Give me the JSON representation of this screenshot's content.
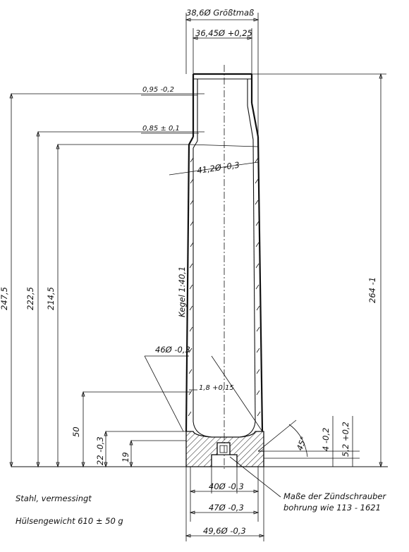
{
  "dims": {
    "max_dia": "38,6Ø Größtmaß",
    "mouth_dia": "36,45Ø +0,25",
    "wall_mouth": "0,95 -0,2",
    "wall_shoulder": "0,85 ± 0,1",
    "neck_dia": "41,2Ø -0,3",
    "len_247": "247,5",
    "len_222": "222,5",
    "len_214": "214,5",
    "len_264": "264 -1",
    "taper": "Kegel 1:40,1",
    "base_dia_46": "46Ø -0,3",
    "wall_base": "1,8 +0,15",
    "h_50": "50",
    "h_22": "22 -0,3",
    "h_19": "19",
    "h_4": "4 -0,2",
    "h_5_2": "5,2 +0,2",
    "angle": "45°",
    "dia_40": "40Ø -0,3",
    "dia_47": "47Ø -0,3",
    "dia_49_6": "49,6Ø -0,3"
  },
  "notes": {
    "primer_line1": "Maße der Zündschrauber",
    "primer_line2": "bohrung wie 113 - 1621",
    "material": "Stahl, vermessingt",
    "weight": "Hülsengewicht 610 ± 50 g"
  }
}
